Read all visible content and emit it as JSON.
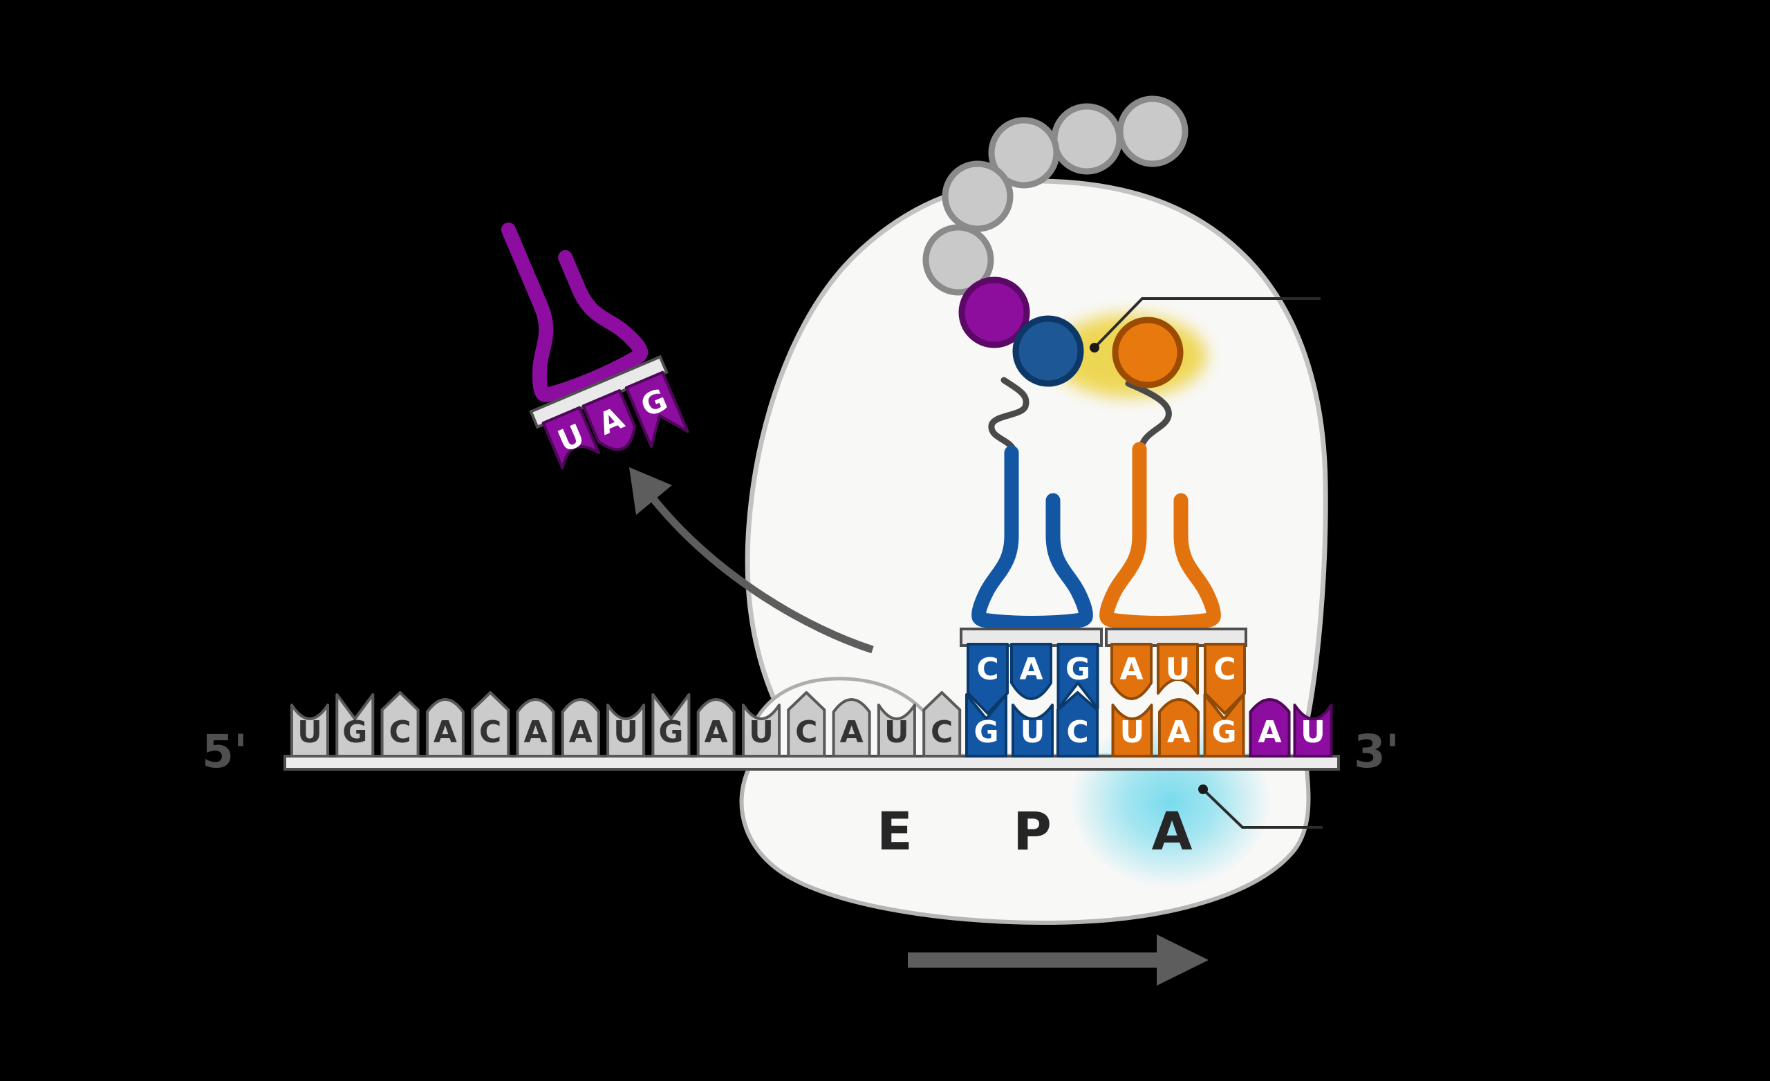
{
  "figure_name": "translation-elongation-ribosome-diagram",
  "mrna": {
    "five_prime_label": "5'",
    "three_prime_label": "3'",
    "sequence": [
      {
        "base": "U",
        "color": "gray"
      },
      {
        "base": "G",
        "color": "gray"
      },
      {
        "base": "C",
        "color": "gray"
      },
      {
        "base": "A",
        "color": "gray"
      },
      {
        "base": "C",
        "color": "gray"
      },
      {
        "base": "A",
        "color": "gray"
      },
      {
        "base": "A",
        "color": "gray"
      },
      {
        "base": "U",
        "color": "gray"
      },
      {
        "base": "G",
        "color": "gray"
      },
      {
        "base": "A",
        "color": "gray"
      },
      {
        "base": "U",
        "color": "gray"
      },
      {
        "base": "C",
        "color": "gray"
      },
      {
        "base": "A",
        "color": "gray"
      },
      {
        "base": "U",
        "color": "gray"
      },
      {
        "base": "C",
        "color": "gray"
      },
      {
        "base": "G",
        "color": "blue"
      },
      {
        "base": "U",
        "color": "blue"
      },
      {
        "base": "C",
        "color": "blue"
      },
      {
        "base": "U",
        "color": "orange"
      },
      {
        "base": "A",
        "color": "orange"
      },
      {
        "base": "G",
        "color": "orange"
      },
      {
        "base": "A",
        "color": "purple"
      },
      {
        "base": "U",
        "color": "purple"
      }
    ]
  },
  "trna_p_site": {
    "color": "blue",
    "anticodon": [
      "C",
      "A",
      "G"
    ]
  },
  "trna_a_site": {
    "color": "orange",
    "anticodon": [
      "A",
      "U",
      "C"
    ]
  },
  "trna_released": {
    "color": "purple",
    "anticodon": [
      "U",
      "A",
      "G"
    ]
  },
  "ribosome_sites": {
    "e_label": "E",
    "p_label": "P",
    "a_label": "A"
  },
  "polypeptide_chain": [
    "gray",
    "gray",
    "gray",
    "gray",
    "gray",
    "purple",
    "blue",
    "orange"
  ],
  "colors": {
    "background": "#000000",
    "ribosome_fill": "#f8f8f7",
    "ribosome_stroke": "#c2c2c1",
    "mrna_bar_fill": "#ececec",
    "bar_stroke": "#4f4f4f",
    "nucleotide_gray_fill": "#cbcbcb",
    "nucleotide_gray_stroke": "#595959",
    "blue_fill": "#1356a3",
    "blue_stroke": "#0a3a6b",
    "orange_fill": "#e2720e",
    "orange_stroke": "#8f4a05",
    "purple_fill": "#8c0da0",
    "purple_stroke": "#4f0759",
    "aa_gray_fill": "#c9c9c9",
    "aa_gray_stroke": "#8a8a8a",
    "aa_purple_fill": "#8d0d9d",
    "aa_purple_stroke": "#5c0866",
    "aa_blue_fill": "#1d5796",
    "aa_blue_stroke": "#0d3766",
    "aa_orange_fill": "#e8790f",
    "aa_orange_stroke": "#9c4c02",
    "peptide_bond_glow": "#eed54e",
    "a_site_glow": "#71d9ec",
    "arrow_gray": "#5d5d5d",
    "callout_stroke": "#2b2b2b",
    "letter_dark": "#333333",
    "letter_light": "#ffffff"
  },
  "icons": {
    "release_arrow": "curved-arrow-up-left-icon",
    "translocation_arrow": "arrow-right-icon",
    "callout_peptide_bond": "callout-line-icon",
    "callout_a_site": "callout-line-icon"
  }
}
